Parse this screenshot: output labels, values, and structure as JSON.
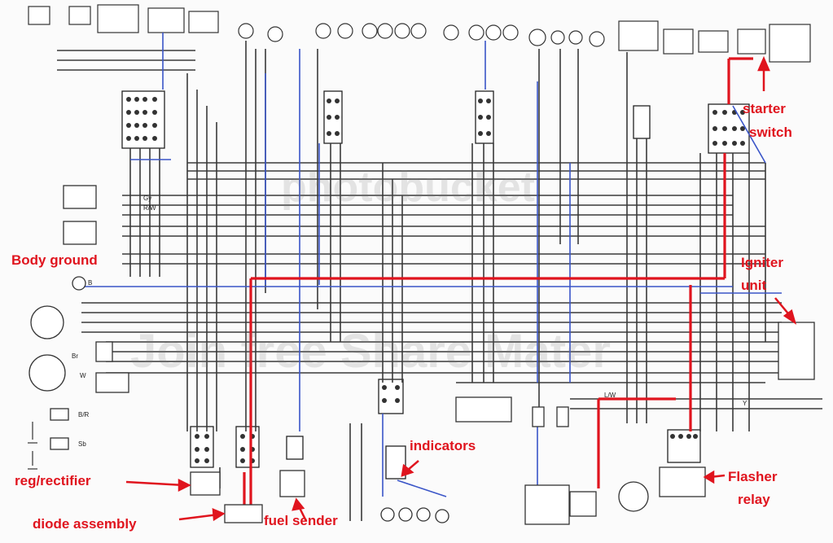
{
  "annotations": {
    "body_ground": "Body ground",
    "igniter_unit_line1": "Igniter",
    "igniter_unit_line2": "unit",
    "starter_switch_line1": "starter",
    "starter_switch_line2": "switch",
    "reg_rectifier": "reg/rectifier",
    "diode_assembly": "diode assembly",
    "fuel_sender": "fuel sender",
    "indicators": "indicators",
    "flasher_relay_line1": "Flasher",
    "flasher_relay_line2": "relay"
  },
  "watermark": {
    "top": "photobucket",
    "bottom": "Join free Share Mater"
  },
  "wire_labels": {
    "gy": "Gy",
    "rw": "R/W",
    "br": "Br",
    "w": "W",
    "br_r": "B/R",
    "sb": "Sb",
    "lw": "L/W",
    "y": "Y",
    "b": "B"
  },
  "colors": {
    "annotation": "#e0141e",
    "wire_dark": "#3a3a3a",
    "wire_blue": "#3a55c8",
    "highlight_red": "#e0141e"
  }
}
